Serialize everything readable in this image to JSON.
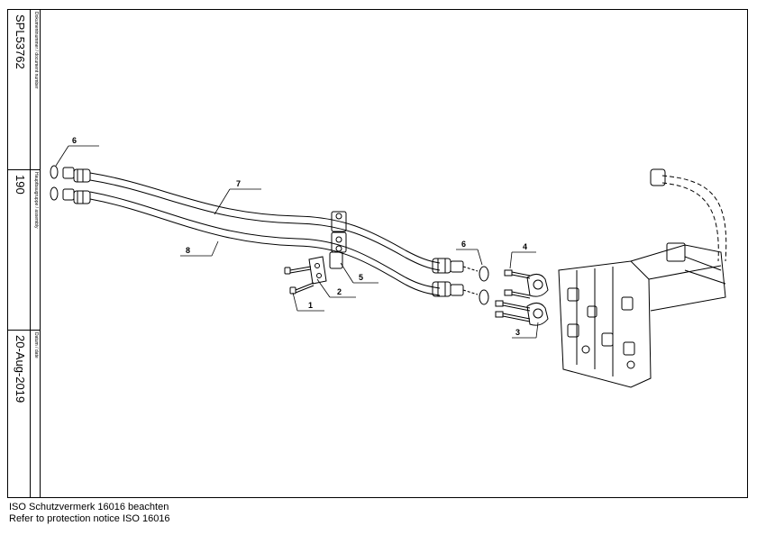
{
  "title_block": {
    "document_number_label": "Dokumentnummer / document number",
    "document_number": "SPL53762",
    "assembly_label": "Hauptbaugruppe / assembly",
    "assembly": "190",
    "date_label": "Datum / date",
    "date": "20-Aug-2019"
  },
  "footer": {
    "line1": "ISO Schutzvermerk 16016 beachten",
    "line2": "Refer to protection notice ISO 16016"
  },
  "callouts": {
    "c1": "1",
    "c2": "2",
    "c3": "3",
    "c4": "4",
    "c5": "5",
    "c6a": "6",
    "c6b": "6",
    "c7": "7",
    "c8": "8"
  }
}
